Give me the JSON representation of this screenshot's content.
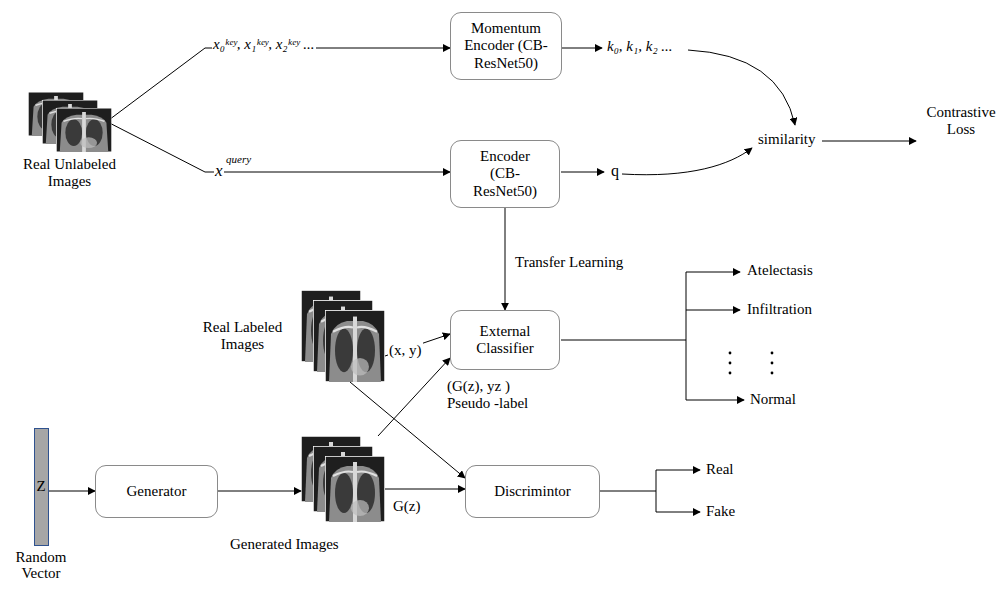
{
  "diagram": {
    "nodes": [
      {
        "text": [
          "Real Unlabeled Images"
        ]
      },
      {
        "text": [
          "Momentum Encoder (CB-ResNet50)"
        ]
      },
      {
        "text": [
          "Encoder (CB- ResNet50)"
        ]
      },
      {
        "text": [
          "Real Labeled Images"
        ]
      },
      {
        "text": [
          "External Classifier"
        ]
      },
      {
        "text": [
          "Z",
          "Random Vector"
        ]
      },
      {
        "text": [
          "Generator"
        ]
      },
      {
        "text": [
          "Generated Images"
        ]
      },
      {
        "text": [
          "Discrimintor"
        ]
      }
    ],
    "edges": [
      {
        "from": 0,
        "to": 1,
        "arrow": "to"
      },
      {
        "from": 0,
        "to": 2,
        "arrow": "to"
      },
      {
        "from": 2,
        "to": 4,
        "label": "Transfer Learning",
        "arrow": "to"
      },
      {
        "from": 3,
        "to": 4,
        "label": "(x, y)",
        "arrow": "to"
      },
      {
        "from": 7,
        "to": 4,
        "label": "(G(z), yz ) Pseudo -label",
        "arrow": "to"
      },
      {
        "from": 3,
        "to": 8,
        "arrow": "to"
      },
      {
        "from": 5,
        "to": 6,
        "arrow": "to"
      },
      {
        "from": 6,
        "to": 7,
        "arrow": "to"
      },
      {
        "from": 7,
        "to": 8,
        "label": "G(z)",
        "arrow": "to"
      }
    ],
    "labels": [
      "x₀ᵏᵉʸ, x₁ᵏᵉʸ, x₂ᵏᵉʸ ...",
      "k₀, k₁, k₂ ...",
      "x",
      "query",
      "q",
      "similarity",
      "Contrastive Loss",
      "Atelectasis",
      "Infiltration",
      "Normal",
      "Real",
      "Fake"
    ]
  }
}
